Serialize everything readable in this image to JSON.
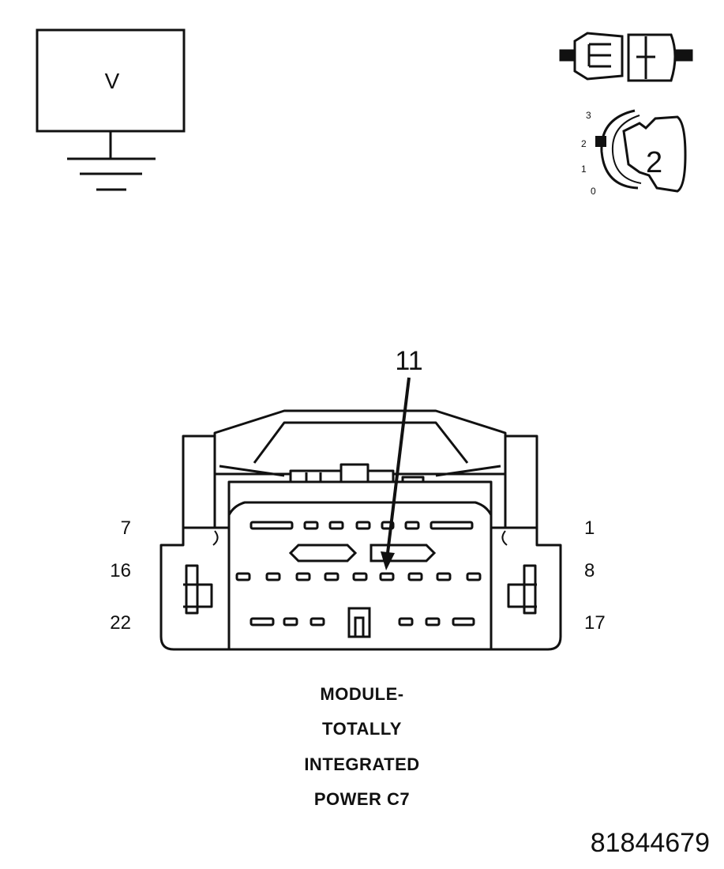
{
  "meter": {
    "symbol": "V"
  },
  "ignition": {
    "positions": [
      "3",
      "2",
      "1",
      "0"
    ],
    "key_position": "2"
  },
  "connector": {
    "callout_pin": "11",
    "pin_labels": {
      "row1_left": "7",
      "row1_right": "1",
      "row2_left": "16",
      "row2_right": "8",
      "row3_left": "22",
      "row3_right": "17"
    }
  },
  "caption": {
    "line1": "MODULE-",
    "line2": "TOTALLY",
    "line3": "INTEGRATED",
    "line4": "POWER C7"
  },
  "figure_id": "81844679"
}
